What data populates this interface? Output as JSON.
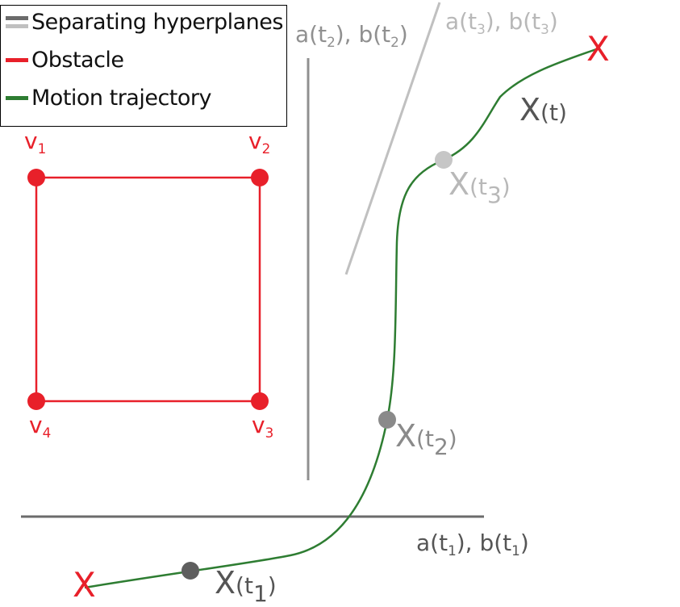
{
  "legend": {
    "hyperplanes_label": "Separating hyperplanes",
    "obstacle_label": "Obstacle",
    "trajectory_label": "Motion trajectory"
  },
  "colors": {
    "obstacle": "#e8202a",
    "trajectory": "#2e7d32",
    "hyperplane_dark": "#6b6b6b",
    "hyperplane_light": "#c0c0c0",
    "hyperplane_mid": "#909090",
    "text_dark": "#555555",
    "text_light": "#b8b8b8"
  },
  "vertices": {
    "v1": {
      "base": "v",
      "sub": "1"
    },
    "v2": {
      "base": "v",
      "sub": "2"
    },
    "v3": {
      "base": "v",
      "sub": "3"
    },
    "v4": {
      "base": "v",
      "sub": "4"
    }
  },
  "hyperplanes": {
    "h1": {
      "a": "a(t",
      "sub_a": "1",
      "mid": "), b(t",
      "sub_b": "1",
      "end": ")"
    },
    "h2": {
      "a": "a(t",
      "sub_a": "2",
      "mid": "), b(t",
      "sub_b": "2",
      "end": ")"
    },
    "h3": {
      "a": "a(t",
      "sub_a": "3",
      "mid": "), b(t",
      "sub_b": "3",
      "end": ")"
    }
  },
  "trajectory_labels": {
    "x_t": {
      "x": "X",
      "rest": "(t)"
    },
    "x_t1": {
      "x": "X",
      "open": "(t",
      "sub": "1",
      "close": ")"
    },
    "x_t2": {
      "x": "X",
      "open": "(t",
      "sub": "2",
      "close": ")"
    },
    "x_t3": {
      "x": "X",
      "open": "(t",
      "sub": "3",
      "close": ")"
    }
  },
  "endpoints": {
    "start": "X",
    "goal": "X"
  }
}
